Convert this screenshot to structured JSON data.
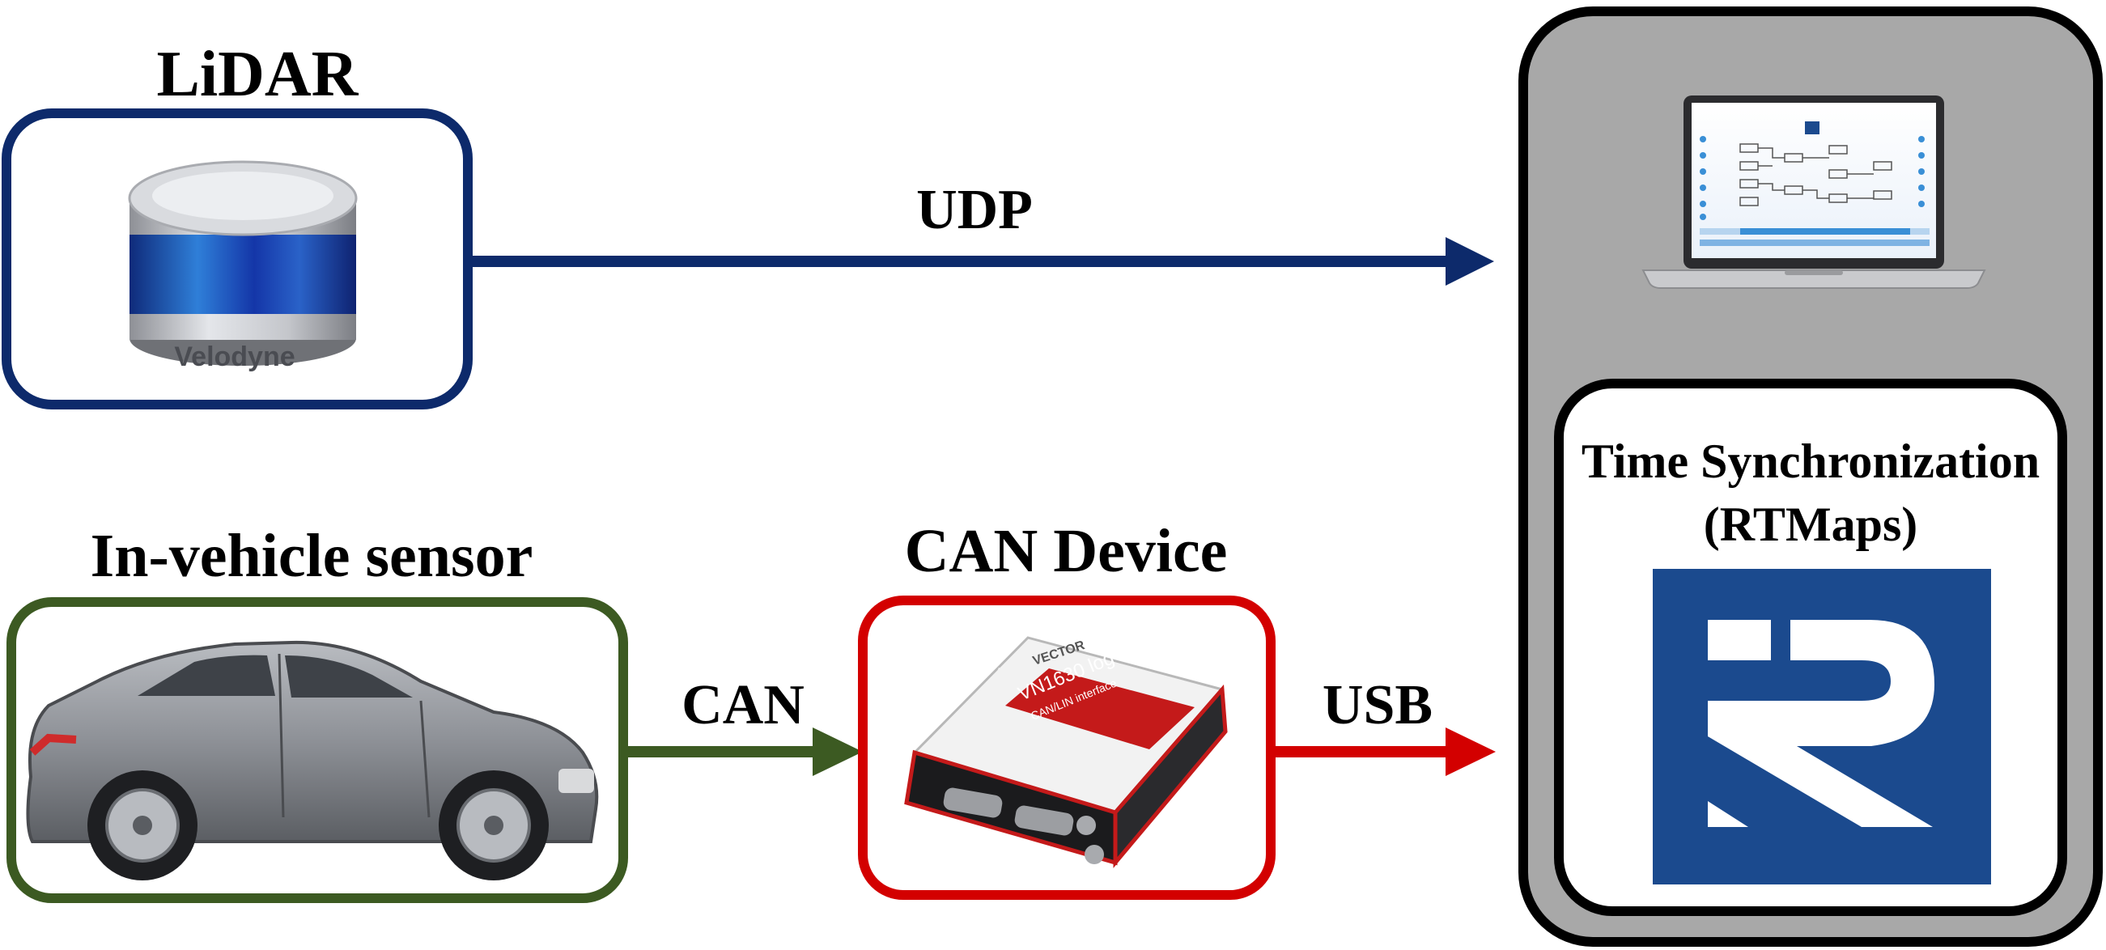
{
  "labels": {
    "lidar": "LiDAR",
    "in_vehicle": "In-vehicle sensor",
    "can_device": "CAN Device",
    "udp": "UDP",
    "can": "CAN",
    "usb": "USB",
    "sync_line1": "Time Synchronization",
    "sync_line2": "(RTMaps)"
  },
  "product_text": {
    "lidar_brand": "Velodyne",
    "can_vendor": "VECTOR",
    "can_model": "VN1630 log",
    "can_interface": "CAN/LIN interface"
  },
  "colors": {
    "lidar": "#0d2a6b",
    "vehicle": "#3c5a22",
    "can_device": "#d30000",
    "computer_panel": "#a8a8a8",
    "rtmaps_blue": "#1b4a8e"
  }
}
